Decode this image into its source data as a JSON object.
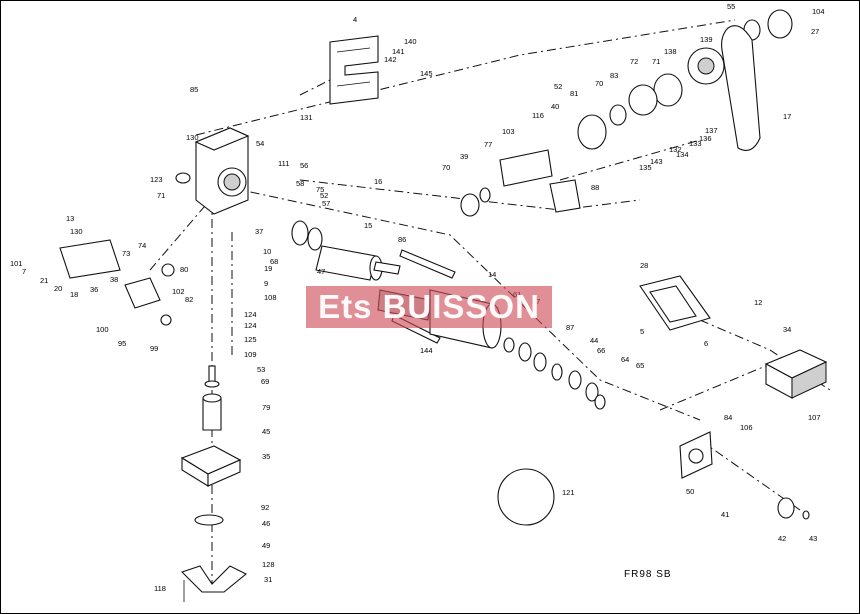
{
  "watermark": {
    "text": "Ets BUISSON",
    "color": "#cd4b55"
  },
  "model_reference": "FR98 SB",
  "part_numbers": [
    "4",
    "140",
    "141",
    "142",
    "145",
    "131",
    "85",
    "130",
    "54",
    "111",
    "123",
    "71",
    "56",
    "58",
    "75",
    "52",
    "57",
    "16",
    "37",
    "13",
    "130",
    "101",
    "7",
    "21",
    "20",
    "18",
    "36",
    "38",
    "74",
    "73",
    "80",
    "102",
    "82",
    "100",
    "99",
    "95",
    "10",
    "19",
    "9",
    "108",
    "124",
    "124",
    "125",
    "109",
    "68",
    "47",
    "15",
    "86",
    "14",
    "61",
    "87",
    "144",
    "87",
    "44",
    "66",
    "64",
    "65",
    "53",
    "69",
    "79",
    "45",
    "35",
    "92",
    "46",
    "49",
    "128",
    "31",
    "118",
    "55",
    "104",
    "27",
    "139",
    "138",
    "71",
    "83",
    "72",
    "70",
    "52",
    "81",
    "116",
    "40",
    "103",
    "77",
    "39",
    "70",
    "88",
    "137",
    "136",
    "133",
    "134",
    "132",
    "143",
    "135",
    "17",
    "28",
    "12",
    "5",
    "6",
    "34",
    "107",
    "84",
    "106",
    "50",
    "41",
    "42",
    "43",
    "121"
  ],
  "icons": [
    "exploded-part-drawing"
  ]
}
